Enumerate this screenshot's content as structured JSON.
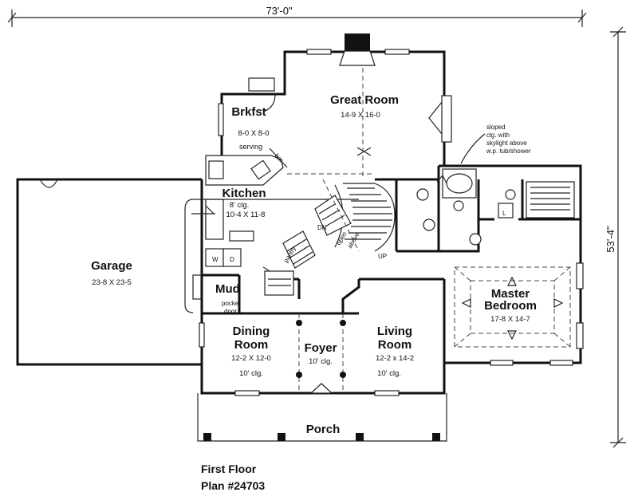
{
  "dimensions": {
    "width": "73'-0\"",
    "depth": "53'-4\""
  },
  "rooms": {
    "great_room": {
      "name": "Great Room",
      "size": "14-9 X 16-0"
    },
    "brkfst": {
      "name": "Brkfst",
      "size": "8-0 X 8-0"
    },
    "kitchen": {
      "name": "Kitchen",
      "ceiling": "8' clg.",
      "size": "10-4 X 11-8"
    },
    "garage": {
      "name": "Garage",
      "size": "23-8 X 23-5"
    },
    "mud": {
      "name": "Mud"
    },
    "dining_room": {
      "name_line1": "Dining",
      "name_line2": "Room",
      "size": "12-2 X 12-0",
      "ceiling": "10' clg."
    },
    "foyer": {
      "name": "Foyer",
      "ceiling": "10' clg."
    },
    "living_room": {
      "name_line1": "Living",
      "name_line2": "Room",
      "size": "12-2 x 14-2",
      "ceiling": "10' clg."
    },
    "master_bedroom": {
      "name_line1": "Master",
      "name_line2": "Bedroom",
      "size": "17-8 X 14-7"
    },
    "porch": {
      "name": "Porch"
    }
  },
  "notes": {
    "serving": "serving",
    "bar": "bar",
    "pantry": "pantry",
    "pocket_door_1": "pocket",
    "pocket_door_2": "door",
    "open_above_1": "open",
    "open_above_2": "above",
    "dn": "DN",
    "up": "UP",
    "skylight": [
      "sloped",
      "clg. with",
      "skylight above",
      "w.p. tub/shower"
    ],
    "wd_w": "W",
    "wd_d": "D",
    "l": "L"
  },
  "caption": {
    "line1": "First Floor",
    "line2": "Plan #24703"
  }
}
